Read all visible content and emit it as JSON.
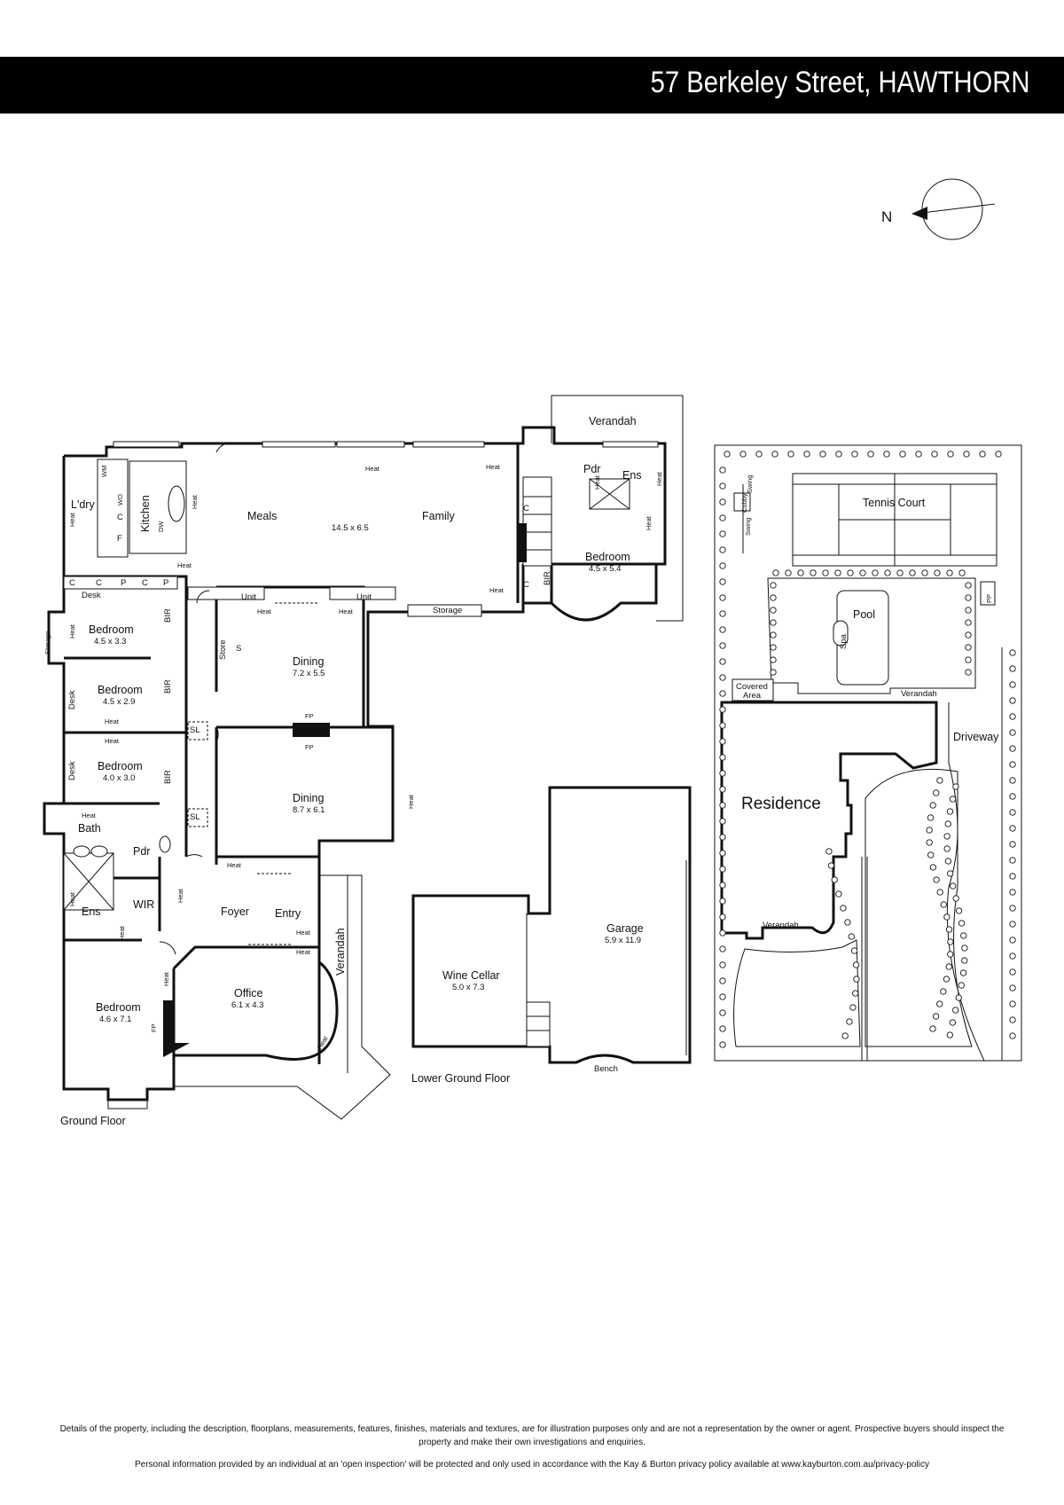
{
  "header": {
    "address": "57 Berkeley Street, HAWTHORN"
  },
  "compass": {
    "north_label": "N"
  },
  "ground_floor": {
    "caption": "Ground Floor",
    "rooms": {
      "laundry": "L'dry",
      "kitchen": "Kitchen",
      "meals": "Meals",
      "family": "Family",
      "meals_family_size": "14.5 x 6.5",
      "bedroom_ne": "Bedroom",
      "bedroom_ne_size": "4.5 x 5.4",
      "bedroom_2": "Bedroom",
      "bedroom_2_size": "4.5 x 3.3",
      "bedroom_3": "Bedroom",
      "bedroom_3_size": "4.5 x 2.9",
      "bedroom_4": "Bedroom",
      "bedroom_4_size": "4.0 x 3.0",
      "dining_1": "Dining",
      "dining_1_size": "7.2 x 5.5",
      "dining_2": "Dining",
      "dining_2_size": "8.7 x 6.1",
      "bath": "Bath",
      "powder_1": "Pdr",
      "powder_2": "Pdr",
      "ensuite_1": "Ens",
      "ensuite_2": "Ens",
      "wir": "WIR",
      "foyer": "Foyer",
      "entry": "Entry",
      "office": "Office",
      "office_size": "6.1 x 4.3",
      "bedroom_main": "Bedroom",
      "bedroom_main_size": "4.6 x 7.1",
      "verandah_top": "Verandah",
      "verandah_side": "Verandah",
      "storage_top": "Storage",
      "storage_side": "Storage",
      "store": "Store"
    },
    "fixtures": {
      "heat": "Heat",
      "desk": "Desk",
      "bir": "BIR",
      "unit": "Unit",
      "fp": "FP",
      "sl": "SL",
      "s": "S",
      "c": "C",
      "p": "P",
      "wm": "WM",
      "wo": "WO",
      "f": "F",
      "dw": "DW"
    }
  },
  "lower_ground": {
    "caption": "Lower Ground Floor",
    "wine_cellar": "Wine Cellar",
    "wine_cellar_size": "5.0 x 7.3",
    "garage": "Garage",
    "garage_size": "5.9 x 11.9",
    "bench": "Bench"
  },
  "site_plan": {
    "tennis_court": "Tennis Court",
    "pool": "Pool",
    "spa": "Spa",
    "pp": "PP",
    "cubby": "Cubby",
    "swing_1": "Swing",
    "swing_2": "Swing",
    "covered_area_1": "Covered",
    "covered_area_2": "Area",
    "verandah_1": "Verandah",
    "verandah_2": "Verandah",
    "driveway": "Driveway",
    "residence": "Residence"
  },
  "footer": {
    "disclaimer_line1": "Details of the property, including the description, floorplans, measurements, features, finishes, materials and textures, are for illustration purposes only and are not a representation by the owner or agent.  Prospective buyers should inspect the",
    "disclaimer_line2": "property and make their own investigations and enquiries.",
    "privacy": "Personal information provided by an individual at an 'open inspection' will be protected and only used in accordance with the Kay & Burton privacy policy available at www.kayburton.com.au/privacy-policy"
  }
}
